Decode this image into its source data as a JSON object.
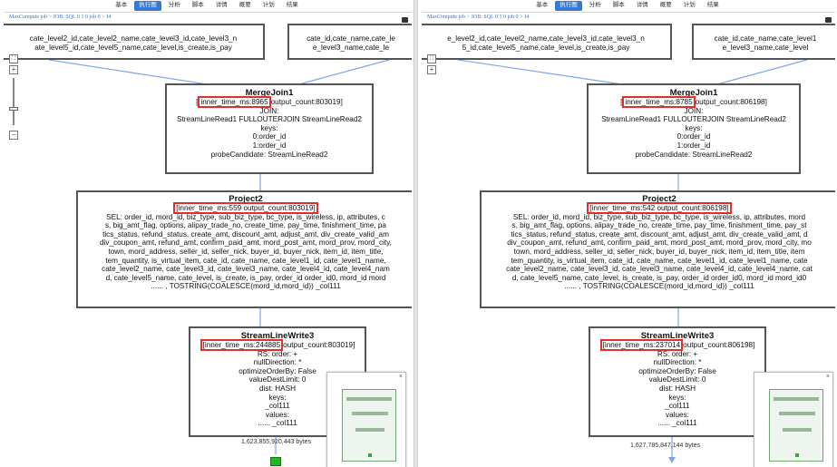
{
  "tabs": [
    "基本",
    "执行图",
    "分析",
    "脚本",
    "详情",
    "概要",
    "计划",
    "结果"
  ],
  "active_tab": "执行图",
  "left": {
    "breadcrumb": "MaxCompute job > JOB: SQL 0 1 0 job 0 > J4",
    "top_left_node_lines": [
      "cate_level2_id,cate_level2_name,cate_level3_id,cate_level3_n",
      "ate_level5_id,cate_level5_name,cate_level,is_create,is_pay"
    ],
    "top_right_node_lines": [
      "cate_id,cate_name,cate_le",
      "e_level3_name,cate_le"
    ],
    "merge": {
      "title": "MergeJoin1",
      "stats_highlight": "inner_time_ms:8965",
      "stats_rest": "output_count:803019]",
      "stats_prefix": "[",
      "lines": [
        "JOIN:",
        "StreamLineRead1 FULLOUTERJOIN StreamLineRead2",
        "keys:",
        "0:order_id",
        "1:order_id",
        "probeCandidate: StreamLineRead2"
      ]
    },
    "project": {
      "title": "Project2",
      "stats_highlight": "[inner_time_ms:559 output_count:803019]",
      "lines": [
        "SEL: order_id, mord_id, biz_type, sub_biz_type, bc_type, is_wireless, ip, attributes, c",
        "s, big_amt_flag, options, alipay_trade_no, create_time, pay_time, finishment_time, pa",
        "tics_status, refund_status, create_amt, discount_amt, adjust_amt, div_create_valid_am",
        "div_coupon_amt, refund_amt, confirm_paid_amt, mord_post_amt, mord_prov, mord_city,",
        "town, mord_address, seller_id, seller_nick, buyer_id, buyer_nick, item_id, item_title,",
        "tem_quantity, is_virtual_item, cate_id, cate_name, cate_level1_id, cate_level1_name,",
        "cate_level2_name, cate_level3_id, cate_level3_name, cate_level4_id, cate_level4_nam",
        "d, cate_level5_name, cate_level, is_create, is_pay, order_id order_id0, mord_id mord",
        "...... , TOSTRING(COALESCE(mord_id,mord_id)) _col111"
      ]
    },
    "write": {
      "title": "StreamLineWrite3",
      "stats_highlight": "[inner_time_ms:244885",
      "stats_rest": "output_count:803019]",
      "lines": [
        "RS: order: +",
        "nullDirection: *",
        "optimizeOrderBy: False",
        "valueDestLimit: 0",
        "dist: HASH",
        "keys:",
        "_col111",
        "values:",
        "......         _col111"
      ]
    },
    "bytes": "1,623,855,920,443 bytes"
  },
  "right": {
    "breadcrumb": "MaxCompute job > JOB: SQL 0 1 0 job 0 > J4",
    "top_left_node_lines": [
      "e_level2_id,cate_level2_name,cate_level3_id,cate_level3_n",
      "5_id,cate_level5_name,cate_level,is_create,is_pay"
    ],
    "top_right_node_lines": [
      "cate_id,cate_name,cate_level1",
      "e_level3_name,cate_level"
    ],
    "merge": {
      "title": "MergeJoin1",
      "stats_prefix": "[",
      "stats_highlight": "inner_time_ms:8785",
      "stats_rest": "output_count:806198]",
      "lines": [
        "JOIN:",
        "StreamLineRead1 FULLOUTERJOIN StreamLineRead2",
        "keys:",
        "0:order_id",
        "1:order_id",
        "probeCandidate: StreamLineRead2"
      ]
    },
    "project": {
      "title": "Project2",
      "stats_highlight": "[inner_time_ms:542 output_count:806198]",
      "lines": [
        "SEL: order_id, mord_id, biz_type, sub_biz_type, bc_type, is_wireless, ip, attributes, mord",
        "s, big_amt_flag, options, alipay_trade_no, create_time, pay_time, finishment_time, pay_st",
        "tics_status, refund_status, create_amt, discount_amt, adjust_amt, div_create_valid_amt, d",
        "div_coupon_amt, refund_amt, confirm_paid_amt, mord_post_amt, mord_prov, mord_city, mo",
        "town, mord_address, seller_id, seller_nick, buyer_id, buyer_nick, item_id, item_title, item",
        "tem_quantity, is_virtual_item, cate_id, cate_name, cate_level1_id, cate_level1_name, cate",
        "cate_level2_name, cate_level3_id, cate_level3_name, cate_level4_id, cate_level4_name, cat",
        "d, cate_level5_name, cate_level, is_create, is_pay, order_id order_id0, mord_id mord_id0",
        "...... , TOSTRING(COALESCE(mord_id,mord_id)) _col111"
      ]
    },
    "write": {
      "title": "StreamLineWrite3",
      "stats_highlight": "[inner_time_ms:237014",
      "stats_rest": "output_count:806198]",
      "lines": [
        "RS: order: +",
        "nullDirection: *",
        "optimizeOrderBy: False",
        "valueDestLimit: 0",
        "dist: HASH",
        "keys:",
        "_col111",
        "values:",
        "......         _col111"
      ]
    },
    "bytes": "1,627,785,847,144 bytes"
  },
  "zoom": {
    "plus": "+",
    "minus": "−"
  },
  "minimap": {
    "close": "×"
  },
  "colors": {
    "highlight": "#e0302b",
    "edge": "#7aa7e8",
    "active_tab": "#3478d8",
    "output_node": "#22b622"
  },
  "icons": [
    "zoom-fit-icon",
    "zoom-in-icon",
    "zoom-out-icon",
    "close-icon",
    "menu-icon"
  ]
}
